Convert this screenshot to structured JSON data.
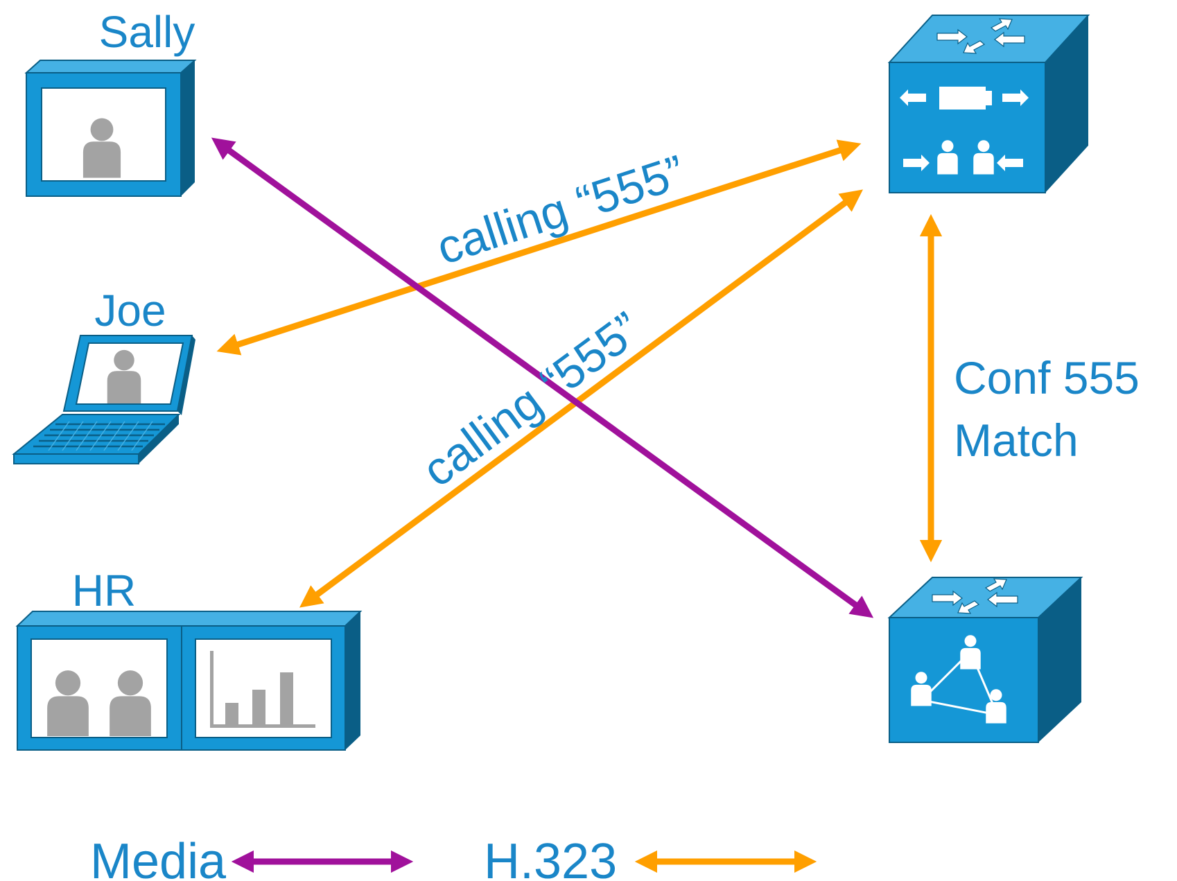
{
  "nodes": {
    "sally": {
      "label": "Sally",
      "icon": "video-endpoint-icon"
    },
    "joe": {
      "label": "Joe",
      "icon": "laptop-icon"
    },
    "hr": {
      "label": "HR",
      "icon": "dual-screen-endpoint-icon"
    },
    "gatekeeper": {
      "label": "",
      "icon": "conference-gateway-icon"
    },
    "mcu": {
      "label": "",
      "icon": "conference-bridge-icon"
    }
  },
  "edges": {
    "joe_call": {
      "label": "calling “555”",
      "type": "h323"
    },
    "hr_call": {
      "label": "calling “555”",
      "type": "h323"
    },
    "gk_mcu": {
      "label_line1": "Conf 555",
      "label_line2": "Match",
      "type": "h323"
    },
    "sally_media": {
      "type": "media"
    }
  },
  "legend": {
    "media": "Media",
    "h323": "H.323"
  },
  "colors": {
    "media": "#a0119b",
    "h323": "#ff9f00",
    "text": "#1a86c8",
    "device_front": "#1597d6",
    "device_top": "#45b1e4",
    "device_side": "#0a5e86",
    "person": "#a3a3a3"
  }
}
